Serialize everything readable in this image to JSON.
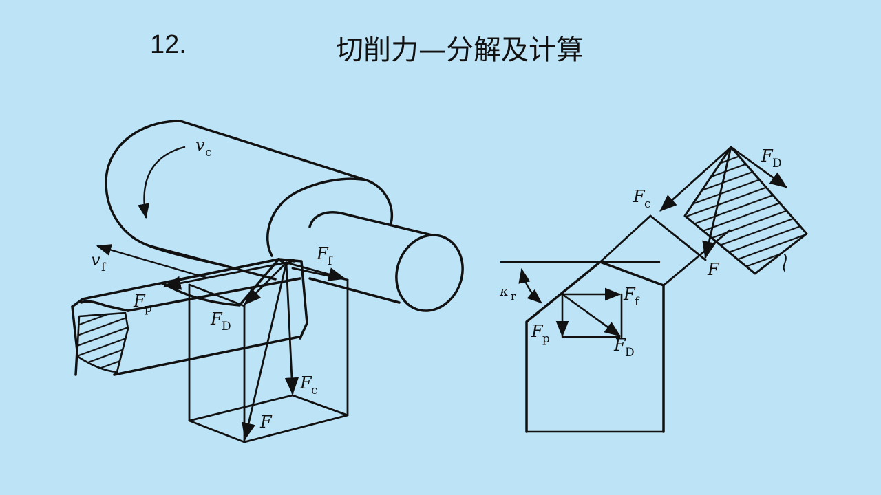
{
  "header": {
    "number": "12.",
    "title": "切削力—分解及计算"
  },
  "left_diagram": {
    "labels": {
      "vc": {
        "main": "v",
        "sub": "c"
      },
      "vf": {
        "main": "v",
        "sub": "f"
      },
      "Ff": {
        "main": "F",
        "sub": "f"
      },
      "Fp": {
        "main": "F",
        "sub": "p"
      },
      "FD": {
        "main": "F",
        "sub": "D"
      },
      "Fc": {
        "main": "F",
        "sub": "c"
      },
      "F": {
        "main": "F"
      }
    }
  },
  "right_diagram": {
    "labels": {
      "FD_top": {
        "main": "F",
        "sub": "D"
      },
      "Fc": {
        "main": "F",
        "sub": "c"
      },
      "F": {
        "main": "F"
      },
      "kr": {
        "main": "κ",
        "sub": "r"
      },
      "Ff": {
        "main": "F",
        "sub": "f"
      },
      "Fp": {
        "main": "F",
        "sub": "p"
      },
      "FD_bot": {
        "main": "F",
        "sub": "D"
      }
    }
  },
  "colors": {
    "background": "#bde3f6",
    "ink": "#111111"
  }
}
